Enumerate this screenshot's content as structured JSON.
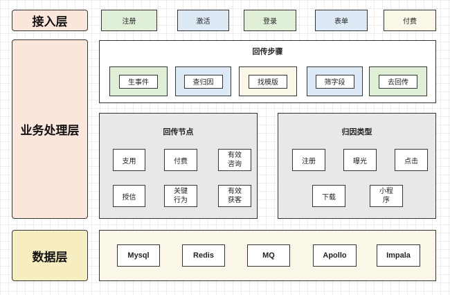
{
  "layers": {
    "access": {
      "label": "接入层",
      "items": [
        "注册",
        "激活",
        "登录",
        "表单",
        "付费"
      ]
    },
    "business": {
      "label": "业务处理层",
      "callback_steps": {
        "title": "回传步骤",
        "steps": [
          "生事件",
          "查归因",
          "找模版",
          "筛字段",
          "去回传"
        ]
      },
      "callback_nodes": {
        "title": "回传节点",
        "nodes": [
          "支用",
          "付费",
          "有效\n咨询",
          "授信",
          "关键\n行为",
          "有效\n获客"
        ]
      },
      "attribution_types": {
        "title": "归因类型",
        "types": [
          "注册",
          "曝光",
          "点击",
          "下载",
          "小程\n序"
        ]
      }
    },
    "data": {
      "label": "数据层",
      "items": [
        "Mysql",
        "Redis",
        "MQ",
        "Apollo",
        "Impala"
      ]
    }
  },
  "colors": {
    "access_label": "#fbe6dc",
    "business_label": "#fbe6dc",
    "data_label": "#f6edc0",
    "green": "#dfefd8",
    "blue": "#dde9f4",
    "cream": "#fbf7e8",
    "grey": "#e8e8e8"
  }
}
